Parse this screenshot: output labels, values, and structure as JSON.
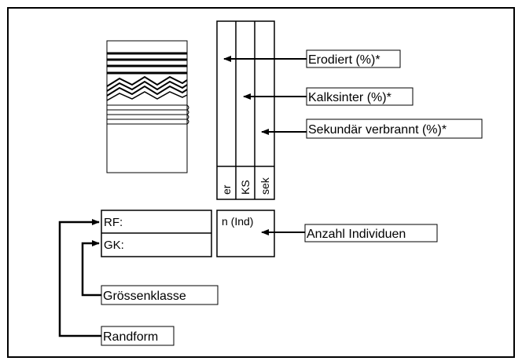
{
  "columns": {
    "er": "er",
    "ks": "KS",
    "sek": "sek"
  },
  "labels": {
    "erodiert": "Erodiert (%)*",
    "kalksinter": "Kalksinter (%)*",
    "sekundaer": "Sekundär verbrannt (%)*",
    "anzahl": "Anzahl Individuen",
    "groessenklasse": "Grössenklasse",
    "randform": "Randform"
  },
  "boxes": {
    "rf": "RF:",
    "gk": "GK:",
    "n_ind": "n (Ind)"
  }
}
